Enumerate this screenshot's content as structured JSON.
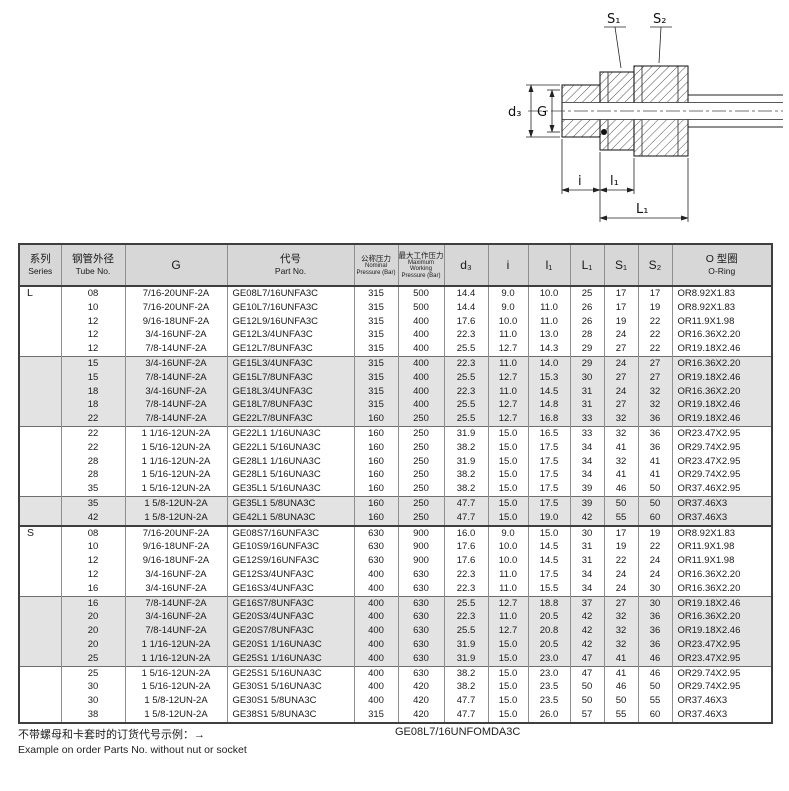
{
  "colors": {
    "header_bg": "#d7d7d7",
    "row_shaded_bg": "#e3e3e3",
    "border_dark": "#3f3f3f",
    "border_light": "#8f8f8f"
  },
  "diagram": {
    "labels": {
      "s1": "S₁",
      "s2": "S₂",
      "d3": "d₃",
      "g": "G",
      "i": "i",
      "l1": "l₁",
      "L1": "L₁"
    }
  },
  "table": {
    "headers": {
      "series_zh": "系列",
      "series_en": "Series",
      "tube_zh": "钢管外径",
      "tube_en": "Tube No.",
      "g": "G",
      "part_zh": "代号",
      "part_en": "Part No.",
      "nominal_zh": "公称压力",
      "nominal_en": "Nominal Pressure (Bar)",
      "max_zh": "最大工作压力",
      "max_en": "Maximum Working Pressure (Bar)",
      "d3": "d₃",
      "i": "i",
      "l1": "l₁",
      "L1": "L₁",
      "s1": "S₁",
      "s2": "S₂",
      "oring_zh": "O 型圈",
      "oring_en": "O-Ring"
    },
    "columns": [
      "tube",
      "g",
      "part",
      "nominal",
      "max",
      "d3",
      "i",
      "l1",
      "L1",
      "s1",
      "s2",
      "oring"
    ],
    "groups": [
      {
        "series": "L",
        "section_start": true,
        "shaded": false,
        "rows": [
          [
            "08",
            "7/16-20UNF-2A",
            "GE08L7/16UNFA3C",
            "315",
            "500",
            "14.4",
            "9.0",
            "10.0",
            "25",
            "17",
            "17",
            "OR8.92X1.83"
          ],
          [
            "10",
            "7/16-20UNF-2A",
            "GE10L7/16UNFA3C",
            "315",
            "500",
            "14.4",
            "9.0",
            "11.0",
            "26",
            "17",
            "19",
            "OR8.92X1.83"
          ],
          [
            "12",
            "9/16-18UNF-2A",
            "GE12L9/16UNFA3C",
            "315",
            "400",
            "17.6",
            "10.0",
            "11.0",
            "26",
            "19",
            "22",
            "OR11.9X1.98"
          ],
          [
            "12",
            "3/4-16UNF-2A",
            "GE12L3/4UNFA3C",
            "315",
            "400",
            "22.3",
            "11.0",
            "13.0",
            "28",
            "24",
            "22",
            "OR16.36X2.20"
          ],
          [
            "12",
            "7/8-14UNF-2A",
            "GE12L7/8UNFA3C",
            "315",
            "400",
            "25.5",
            "12.7",
            "14.3",
            "29",
            "27",
            "22",
            "OR19.18X2.46"
          ]
        ]
      },
      {
        "series": "",
        "section_start": false,
        "shaded": true,
        "rows": [
          [
            "15",
            "3/4-16UNF-2A",
            "GE15L3/4UNFA3C",
            "315",
            "400",
            "22.3",
            "11.0",
            "14.0",
            "29",
            "24",
            "27",
            "OR16.36X2.20"
          ],
          [
            "15",
            "7/8-14UNF-2A",
            "GE15L7/8UNFA3C",
            "315",
            "400",
            "25.5",
            "12.7",
            "15.3",
            "30",
            "27",
            "27",
            "OR19.18X2.46"
          ],
          [
            "18",
            "3/4-16UNF-2A",
            "GE18L3/4UNFA3C",
            "315",
            "400",
            "22.3",
            "11.0",
            "14.5",
            "31",
            "24",
            "32",
            "OR16.36X2.20"
          ],
          [
            "18",
            "7/8-14UNF-2A",
            "GE18L7/8UNFA3C",
            "315",
            "400",
            "25.5",
            "12.7",
            "14.8",
            "31",
            "27",
            "32",
            "OR19.18X2.46"
          ],
          [
            "22",
            "7/8-14UNF-2A",
            "GE22L7/8UNFA3C",
            "160",
            "250",
            "25.5",
            "12.7",
            "16.8",
            "33",
            "32",
            "36",
            "OR19.18X2.46"
          ]
        ]
      },
      {
        "series": "",
        "section_start": false,
        "shaded": false,
        "rows": [
          [
            "22",
            "1 1/16-12UN-2A",
            "GE22L1 1/16UNA3C",
            "160",
            "250",
            "31.9",
            "15.0",
            "16.5",
            "33",
            "32",
            "36",
            "OR23.47X2.95"
          ],
          [
            "22",
            "1 5/16-12UN-2A",
            "GE22L1 5/16UNA3C",
            "160",
            "250",
            "38.2",
            "15.0",
            "17.5",
            "34",
            "41",
            "36",
            "OR29.74X2.95"
          ],
          [
            "28",
            "1 1/16-12UN-2A",
            "GE28L1 1/16UNA3C",
            "160",
            "250",
            "31.9",
            "15.0",
            "17.5",
            "34",
            "32",
            "41",
            "OR23.47X2.95"
          ],
          [
            "28",
            "1 5/16-12UN-2A",
            "GE28L1 5/16UNA3C",
            "160",
            "250",
            "38.2",
            "15.0",
            "17.5",
            "34",
            "41",
            "41",
            "OR29.74X2.95"
          ],
          [
            "35",
            "1 5/16-12UN-2A",
            "GE35L1 5/16UNA3C",
            "160",
            "250",
            "38.2",
            "15.0",
            "17.5",
            "39",
            "46",
            "50",
            "OR37.46X2.95"
          ]
        ]
      },
      {
        "series": "",
        "section_start": false,
        "shaded": true,
        "rows": [
          [
            "35",
            "1 5/8-12UN-2A",
            "GE35L1 5/8UNA3C",
            "160",
            "250",
            "47.7",
            "15.0",
            "17.5",
            "39",
            "50",
            "50",
            "OR37.46X3"
          ],
          [
            "42",
            "1 5/8-12UN-2A",
            "GE42L1 5/8UNA3C",
            "160",
            "250",
            "47.7",
            "15.0",
            "19.0",
            "42",
            "55",
            "60",
            "OR37.46X3"
          ]
        ]
      },
      {
        "series": "S",
        "section_start": true,
        "shaded": false,
        "rows": [
          [
            "08",
            "7/16-20UNF-2A",
            "GE08S7/16UNFA3C",
            "630",
            "900",
            "16.0",
            "9.0",
            "15.0",
            "30",
            "17",
            "19",
            "OR8.92X1.83"
          ],
          [
            "10",
            "9/16-18UNF-2A",
            "GE10S9/16UNFA3C",
            "630",
            "900",
            "17.6",
            "10.0",
            "14.5",
            "31",
            "19",
            "22",
            "OR11.9X1.98"
          ],
          [
            "12",
            "9/16-18UNF-2A",
            "GE12S9/16UNFA3C",
            "630",
            "900",
            "17.6",
            "10.0",
            "14.5",
            "31",
            "22",
            "24",
            "OR11.9X1.98"
          ],
          [
            "12",
            "3/4-16UNF-2A",
            "GE12S3/4UNFA3C",
            "400",
            "630",
            "22.3",
            "11.0",
            "17.5",
            "34",
            "24",
            "24",
            "OR16.36X2.20"
          ],
          [
            "16",
            "3/4-16UNF-2A",
            "GE16S3/4UNFA3C",
            "400",
            "630",
            "22.3",
            "11.0",
            "15.5",
            "34",
            "24",
            "30",
            "OR16.36X2.20"
          ]
        ]
      },
      {
        "series": "",
        "section_start": false,
        "shaded": true,
        "rows": [
          [
            "16",
            "7/8-14UNF-2A",
            "GE16S7/8UNFA3C",
            "400",
            "630",
            "25.5",
            "12.7",
            "18.8",
            "37",
            "27",
            "30",
            "OR19.18X2.46"
          ],
          [
            "20",
            "3/4-16UNF-2A",
            "GE20S3/4UNFA3C",
            "400",
            "630",
            "22.3",
            "11.0",
            "20.5",
            "42",
            "32",
            "36",
            "OR16.36X2.20"
          ],
          [
            "20",
            "7/8-14UNF-2A",
            "GE20S7/8UNFA3C",
            "400",
            "630",
            "25.5",
            "12.7",
            "20.8",
            "42",
            "32",
            "36",
            "OR19.18X2.46"
          ],
          [
            "20",
            "1 1/16-12UN-2A",
            "GE20S1 1/16UNA3C",
            "400",
            "630",
            "31.9",
            "15.0",
            "20.5",
            "42",
            "32",
            "36",
            "OR23.47X2.95"
          ],
          [
            "25",
            "1 1/16-12UN-2A",
            "GE25S1 1/16UNA3C",
            "400",
            "630",
            "31.9",
            "15.0",
            "23.0",
            "47",
            "41",
            "46",
            "OR23.47X2.95"
          ]
        ]
      },
      {
        "series": "",
        "section_start": false,
        "shaded": false,
        "rows": [
          [
            "25",
            "1 5/16-12UN-2A",
            "GE25S1 5/16UNA3C",
            "400",
            "630",
            "38.2",
            "15.0",
            "23.0",
            "47",
            "41",
            "46",
            "OR29.74X2.95"
          ],
          [
            "30",
            "1 5/16-12UN-2A",
            "GE30S1 5/16UNA3C",
            "400",
            "420",
            "38.2",
            "15.0",
            "23.5",
            "50",
            "46",
            "50",
            "OR29.74X2.95"
          ],
          [
            "30",
            "1 5/8-12UN-2A",
            "GE30S1 5/8UNA3C",
            "400",
            "420",
            "47.7",
            "15.0",
            "23.5",
            "50",
            "50",
            "55",
            "OR37.46X3"
          ],
          [
            "38",
            "1 5/8-12UN-2A",
            "GE38S1 5/8UNA3C",
            "315",
            "420",
            "47.7",
            "15.0",
            "26.0",
            "57",
            "55",
            "60",
            "OR37.46X3"
          ]
        ]
      }
    ]
  },
  "footer": {
    "note_zh": "不带螺母和卡套时的订货代号示例：→",
    "example_code": "GE08L7/16UNFOMDA3C",
    "note_en": "Example on order Parts No. without nut or socket"
  }
}
